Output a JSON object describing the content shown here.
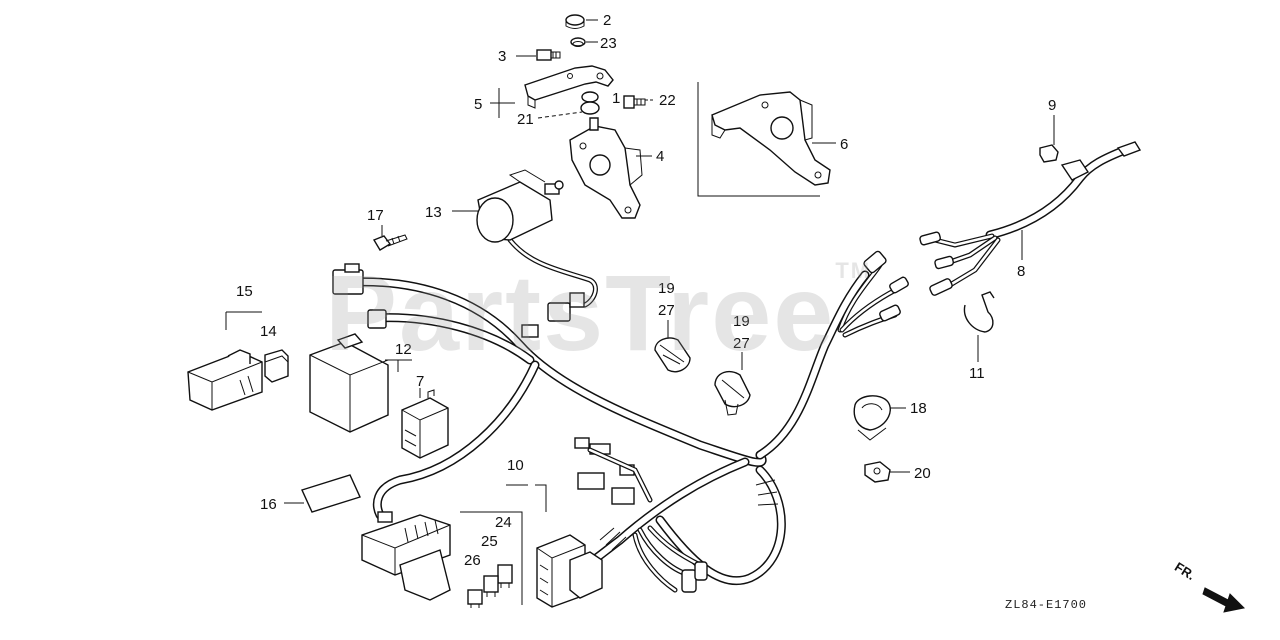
{
  "watermark": "PartsTree",
  "watermark_mark": "TM",
  "figure_code": "ZL84-E1700",
  "direction": "FR.",
  "labels": {
    "l1": "1",
    "l2": "2",
    "l3": "3",
    "l4": "4",
    "l5": "5",
    "l6": "6",
    "l7": "7",
    "l8": "8",
    "l9": "9",
    "l10": "10",
    "l11": "11",
    "l12": "12",
    "l13": "13",
    "l14": "14",
    "l15": "15",
    "l16": "16",
    "l17": "17",
    "l18": "18",
    "l19a": "19",
    "l19b": "19",
    "l20": "20",
    "l21": "21",
    "l22": "22",
    "l23": "23",
    "l24": "24",
    "l25": "25",
    "l26": "26",
    "l27a": "27",
    "l27b": "27"
  },
  "colors": {
    "ink": "#111111",
    "paper": "#ffffff",
    "watermark": "#969696"
  }
}
